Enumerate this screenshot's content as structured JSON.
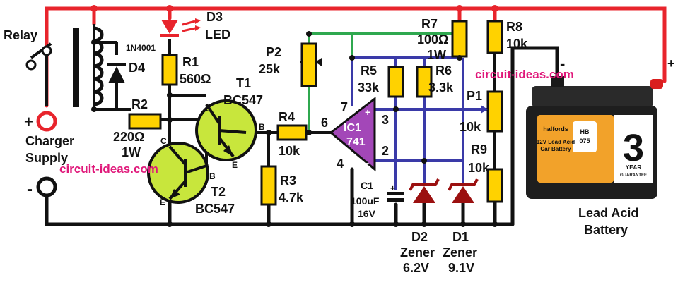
{
  "labels": {
    "relay": "Relay",
    "d4_part": "1N4001",
    "d4": "D4",
    "d3": "D3",
    "led": "LED",
    "r1": "R1",
    "r1_val": "560Ω",
    "t1": "T1",
    "t1_part": "BC547",
    "t2": "T2",
    "t2_part": "BC547",
    "pin_c1": "C",
    "pin_b1": "B",
    "pin_e1": "E",
    "pin_c2": "C",
    "pin_b2": "B",
    "pin_e2": "E",
    "r2": "R2",
    "r2_val": "220Ω",
    "r2_watt": "1W",
    "plus": "+",
    "charger": "Charger",
    "supply": "Supply",
    "minus": "-",
    "r3": "R3",
    "r3_val": "4.7k",
    "r4": "R4",
    "r4_val": "10k",
    "p2": "P2",
    "p2_val": "25k",
    "r5": "R5",
    "r5_val": "33k",
    "r6": "R6",
    "r6_val": "3.3k",
    "r7": "R7",
    "r7_val": "100Ω",
    "r7_watt": "1W",
    "r8": "R8",
    "r8_val": "10k",
    "p1": "P1",
    "p1_val": "10k",
    "r9": "R9",
    "r9_val": "10k",
    "ic_name": "IC1",
    "ic_part": "741",
    "pin7": "7",
    "pin6": "6",
    "pin4": "4",
    "pin3": "3",
    "pin2": "2",
    "op_plus": "+",
    "op_minus": "-",
    "c1": "C1",
    "c1_val": "100uF",
    "c1_volt": "16V",
    "c1_plus": "+",
    "d2": "D2",
    "d2_type": "Zener",
    "d2_val": "6.2V",
    "d1": "D1",
    "d1_type": "Zener",
    "d1_val": "9.1V",
    "batt_minus": "-",
    "batt_plus": "+",
    "battery_line1": "Lead Acid",
    "battery_line2": "Battery",
    "watermark": "circuit-ideas.com",
    "batt_big": "3",
    "batt_brand": "halfords",
    "batt_text1": "12V Lead Acid",
    "batt_text2": "Car Battery",
    "batt_code1": "HB",
    "batt_code2": "075",
    "batt_year": "YEAR",
    "batt_guar": "GUARANTEE"
  },
  "colors": {
    "positive_rail": "#e8242c",
    "ground_rail": "#111111",
    "opamp_wires": "#3a3aa8",
    "feedback_wire": "#2fa84f",
    "resistor_fill": "#ffd200",
    "transistor_fill": "#c8e63c",
    "opamp_fill": "#a347b8",
    "zener_fill": "#9b1010",
    "led_fill": "#e8242c",
    "watermark": "#e0187a",
    "battery_label": "#f2a22a"
  }
}
